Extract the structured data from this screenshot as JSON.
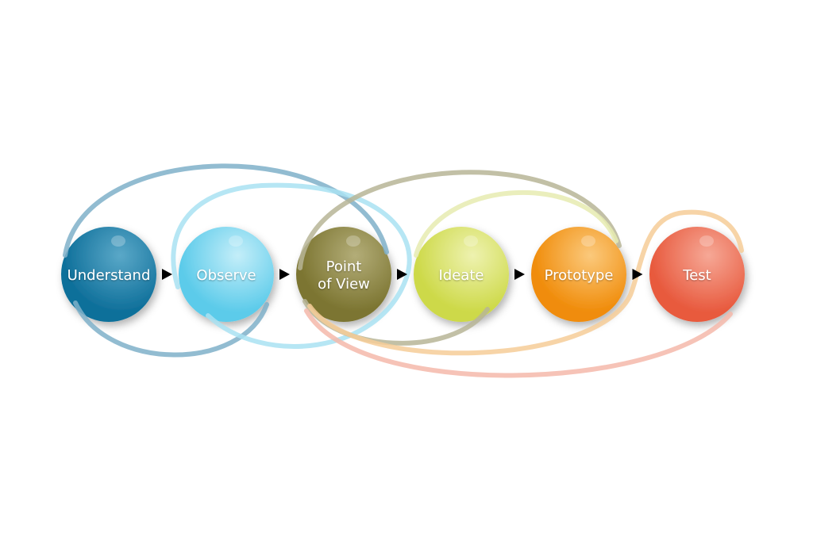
{
  "diagram": {
    "stages": [
      {
        "label": [
          "Understand"
        ],
        "color": "#0e6f9a",
        "light": "#5aa8c8"
      },
      {
        "label": [
          "Observe"
        ],
        "color": "#5ccbea",
        "light": "#c4eef9"
      },
      {
        "label": [
          "Point",
          "of View"
        ],
        "color": "#7b7430",
        "light": "#b3ad78"
      },
      {
        "label": [
          "Ideate"
        ],
        "color": "#cdd948",
        "light": "#eef2b0"
      },
      {
        "label": [
          "Prototype"
        ],
        "color": "#f08c0a",
        "light": "#fbc97c"
      },
      {
        "label": [
          "Test"
        ],
        "color": "#e85a3e",
        "light": "#f6a896"
      }
    ],
    "loop_colors": {
      "understand": "#7fb0c9",
      "observe": "#a9e2f2",
      "point_of_view": "#b7b596",
      "ideate": "#e6ebb0",
      "prototype": "#f6cd98",
      "test": "#f4b9aa"
    },
    "arrow_color": "#000000"
  }
}
